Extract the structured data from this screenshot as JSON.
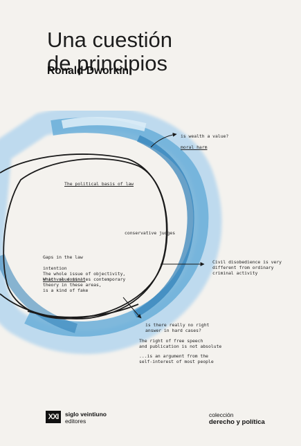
{
  "book": {
    "title_line1": "Una cuestión",
    "title_line2": "de principios",
    "author": "Ronald Dworkin"
  },
  "notes": {
    "n1_line1": "is wealth a value?",
    "n1_line2": "moral harm",
    "n2": "The political basis of law",
    "n3": "conservative judges",
    "n4_line1": "Gaps in the law",
    "n4_line2": "intention",
    "n4_line3": "What value isn't",
    "n5": "The whole issue of objectivity,\nwhich so dominates contemporary\ntheory in these areas,\nis a kind of fake",
    "n6": "Civil disobedience is very\ndifferent from ordinary\ncriminal activity",
    "n7": "is there really no right\nanswer in hard cases?",
    "n8": "The right of free speech\nand publication is not absolute",
    "n9": "...is an argument from the\nself-interest of most people"
  },
  "publisher": {
    "logo": "XXI",
    "line1": "siglo veintiuno",
    "line2": "editores"
  },
  "collection": {
    "line1": "colección",
    "line2": "derecho y política"
  },
  "colors": {
    "background": "#f4f2ee",
    "blue_light": "#b9d8ee",
    "blue_mid": "#6aaed8",
    "blue_dark": "#2e7fb8",
    "ink": "#1a1a1a"
  }
}
